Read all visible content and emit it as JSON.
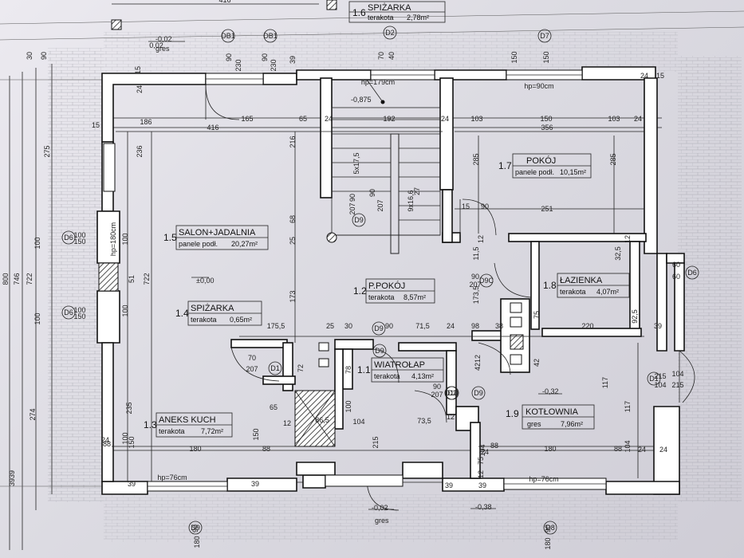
{
  "rooms": [
    {
      "id": "salon",
      "num": "1.5",
      "name": "SALON+JADALNIA",
      "finish": "panele podł.",
      "area": "20,27m²"
    },
    {
      "id": "spizarka14",
      "num": "1.4",
      "name": "SPIŻARKA",
      "finish": "terakota",
      "area": "0,65m²"
    },
    {
      "id": "aneks",
      "num": "1.3",
      "name": "ANEKS KUCH",
      "finish": "terakota",
      "area": "7,72m²"
    },
    {
      "id": "ppokoj",
      "num": "1.2",
      "name": "P.POKÓJ",
      "finish": "terakota",
      "area": "8,57m²"
    },
    {
      "id": "wiatrolap",
      "num": "1.1",
      "name": "WIATROŁAP",
      "finish": "terakota",
      "area": "4,13m²"
    },
    {
      "id": "pokoj",
      "num": "1.7",
      "name": "POKÓJ",
      "finish": "panele podł.",
      "area": "10,15m²"
    },
    {
      "id": "lazienka",
      "num": "1.8",
      "name": "ŁAZIENKA",
      "finish": "terakota",
      "area": "4,07m²"
    },
    {
      "id": "kotlownia",
      "num": "1.9",
      "name": "KOTŁOWNIA",
      "finish": "gres",
      "area": "7,96m²"
    },
    {
      "id": "spizarka16",
      "num": "1.6",
      "name": "SPIŻARKA",
      "finish": "terakota",
      "area": "2,78m²"
    }
  ],
  "levels": {
    "zero": "±0,00",
    "neg002_top": "-0,02",
    "gres_top": "gres",
    "stairs": "-0,875",
    "kotl": "-0,32",
    "neg002_bot": "-0,02",
    "gres_bot": "gres",
    "neg038": "-0,38"
  },
  "markers": [
    "DB1",
    "DB1",
    "D2",
    "D7",
    "D6",
    "D6",
    "D1",
    "D9",
    "D9",
    "D9",
    "D6",
    "D10",
    "D9C",
    "D1",
    "D2",
    "D9",
    "D8",
    "D9"
  ],
  "dims": {
    "top_row": [
      "186",
      "416",
      "165",
      "65",
      "24",
      "192",
      "24",
      "103",
      "150",
      "103",
      "24",
      "15"
    ],
    "top_row2": [
      "356"
    ],
    "upper_misc": [
      "0,02",
      "90",
      "230",
      "90",
      "230",
      "70",
      "40",
      "150",
      "150",
      "39",
      "24",
      "15",
      "24",
      "15"
    ],
    "inner": [
      "236",
      "216",
      "68",
      "25",
      "173",
      "285",
      "285",
      "251",
      "15",
      "90",
      "90",
      "207",
      "11,5",
      "12",
      "32,5",
      "12"
    ],
    "stair": [
      "5x17,5",
      "90",
      "207",
      "9x16,6",
      "27"
    ],
    "mid_row": [
      "175,5",
      "25",
      "30",
      "90",
      "71,5",
      "24",
      "98",
      "38",
      "220",
      "92,5",
      "39",
      "75",
      "42"
    ],
    "mid_misc": [
      "70",
      "207",
      "90",
      "207",
      "173,5",
      "4212",
      "100",
      "100",
      "722",
      "51",
      "100",
      "100",
      "150",
      "150"
    ],
    "lower": [
      "72",
      "78",
      "100",
      "65",
      "12",
      "86,5",
      "104",
      "73,5",
      "12",
      "90",
      "207",
      "117",
      "117",
      "104",
      "215",
      "104",
      "215"
    ],
    "bottom_row": [
      "88",
      "180",
      "88",
      "88",
      "180",
      "88",
      "24",
      "24",
      "24",
      "24",
      "150",
      "104",
      "75",
      "12",
      "235",
      "150",
      "100"
    ],
    "bottom_misc": [
      "39",
      "39",
      "39",
      "39",
      "180",
      "90",
      "180",
      "90",
      "60",
      "60",
      "104",
      "215"
    ],
    "left_chain": [
      "800",
      "746",
      "722",
      "275",
      "100",
      "100",
      "274",
      "39",
      "39",
      "90",
      "30"
    ],
    "window_labels": [
      "hp=179cm",
      "hp=90cm",
      "hp=180cm",
      "hp=76cm",
      "hp=76cm"
    ],
    "corner_top": [
      "416"
    ]
  }
}
